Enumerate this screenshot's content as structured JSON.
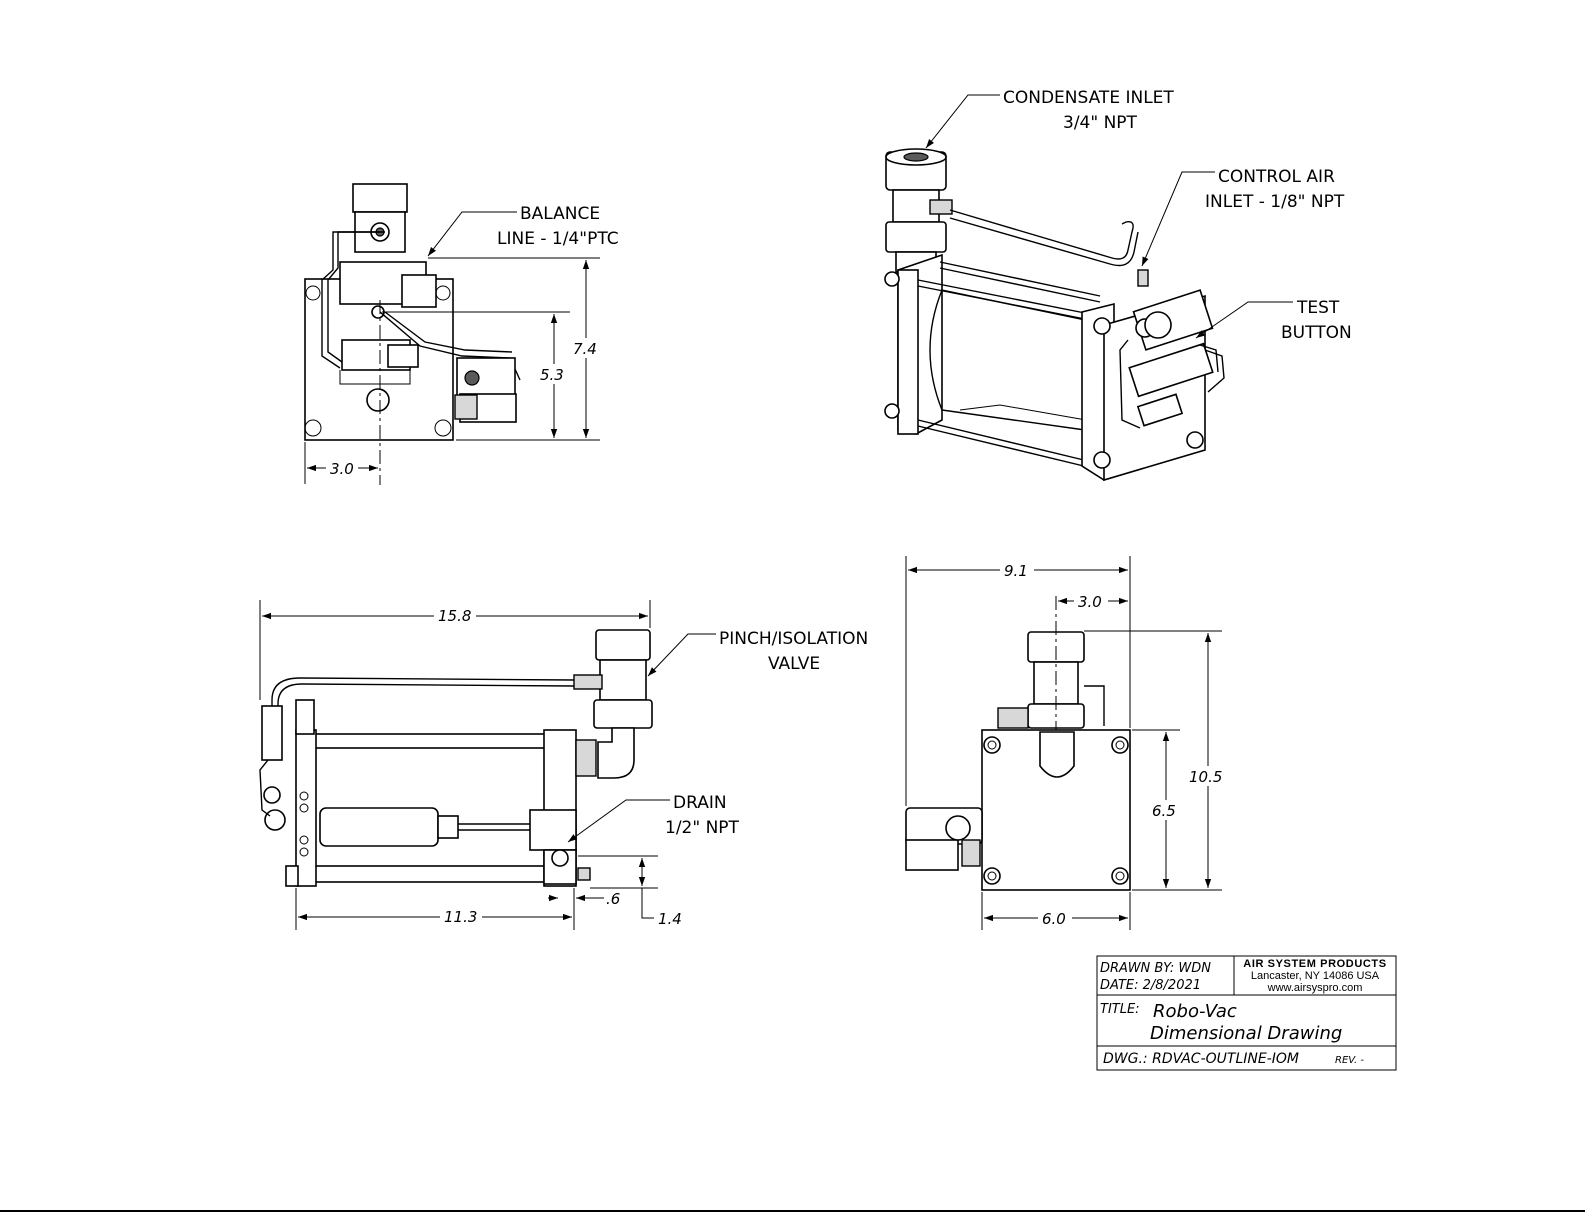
{
  "callouts": {
    "balance_1": "BALANCE",
    "balance_2": "LINE - 1/4\"PTC",
    "condensate_1": "CONDENSATE INLET",
    "condensate_2": "3/4\" NPT",
    "control_air_1": "CONTROL AIR",
    "control_air_2": "INLET - 1/8\" NPT",
    "test_1": "TEST",
    "test_2": "BUTTON",
    "pinch_1": "PINCH/ISOLATION",
    "pinch_2": "VALVE",
    "drain_1": "DRAIN",
    "drain_2": "1/2\" NPT"
  },
  "dimensions": {
    "front_height_total": "7.4",
    "front_height_inlet": "5.3",
    "front_width": "3.0",
    "side_length_total": "15.8",
    "side_length_frame": "11.3",
    "side_drain_offset": ".6",
    "side_drain_height": "1.4",
    "end_width_total": "9.1",
    "end_inlet_offset": "3.0",
    "end_height_total": "10.5",
    "end_height_body": "6.5",
    "end_width_body": "6.0"
  },
  "title_block": {
    "drawn_by": "DRAWN BY:  WDN",
    "date": "DATE:  2/8/2021",
    "company": "AIR SYSTEM PRODUCTS",
    "address": "Lancaster, NY 14086 USA",
    "website": "www.airsyspro.com",
    "title_label": "TITLE:",
    "title_line1": "Robo-Vac",
    "title_line2": "Dimensional Drawing",
    "dwg": "DWG.:  RDVAC-OUTLINE-IOM",
    "rev": "REV.  -"
  }
}
